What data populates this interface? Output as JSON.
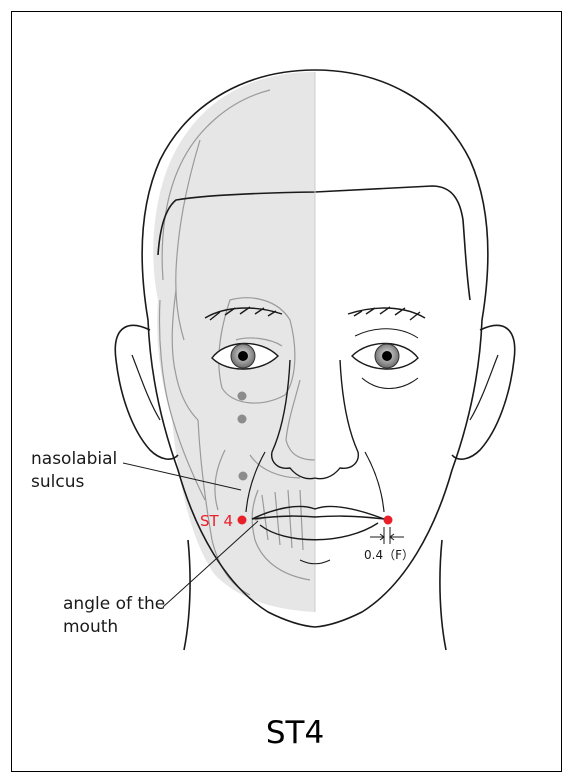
{
  "title": "ST4",
  "point": {
    "label": "ST 4",
    "color": "#e8202a"
  },
  "labels": {
    "nasolabial_line1": "nasolabial",
    "nasolabial_line2": "sulcus",
    "angle_line1": "angle of the",
    "angle_line2": "mouth",
    "measurement": "0.4（F）"
  },
  "colors": {
    "skull_shade": "#e6e6e6",
    "outline": "#1a1a1a",
    "bone_line": "#9a9a9a",
    "marker_gray": "#8c8c8c"
  }
}
